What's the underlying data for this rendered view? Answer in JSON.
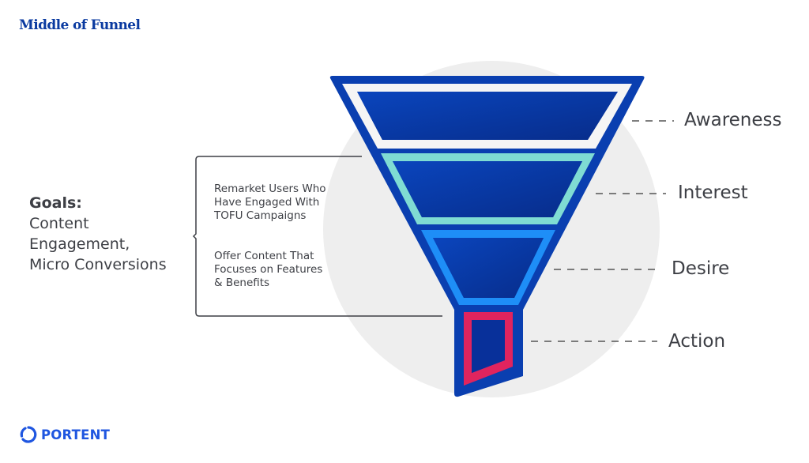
{
  "title": "Middle of Funnel",
  "goals": {
    "heading": "Goals:",
    "lines": [
      "Content",
      "Engagement,",
      "Micro Conversions"
    ]
  },
  "tactics": [
    {
      "lines": [
        "Remarket Users Who",
        "Have Engaged With",
        "TOFU Campaigns"
      ]
    },
    {
      "lines": [
        "Offer Content That",
        "Focuses on Features",
        "& Benefits"
      ]
    }
  ],
  "stages": [
    {
      "label": "Awareness",
      "color": "#f5f5f5"
    },
    {
      "label": "Interest",
      "color": "#7fdcd3"
    },
    {
      "label": "Desire",
      "color": "#1e8ef7"
    },
    {
      "label": "Action",
      "color": "#e0245e"
    }
  ],
  "colors": {
    "funnel_outer": "#0a3fb0",
    "funnel_inner": "#08309a",
    "circle_bg": "#eeeeee",
    "title": "#0a3aa0",
    "text": "#3d3f45",
    "brand": "#1f56e0"
  },
  "logo": {
    "text": "PORTENT"
  }
}
